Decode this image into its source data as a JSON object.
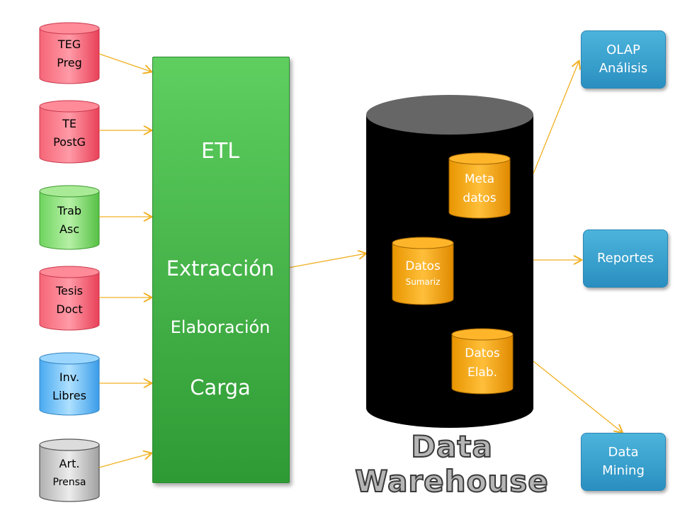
{
  "sources": [
    {
      "line1": "TEG",
      "line2": "Preg",
      "color": "#ee4a60"
    },
    {
      "line1": "TE",
      "line2": "PostG",
      "color": "#ee4a60"
    },
    {
      "line1": "Trab",
      "line2": "Asc",
      "color": "#66cc55"
    },
    {
      "line1": "Tesis",
      "line2": "Doct",
      "color": "#ee4a60"
    },
    {
      "line1": "Inv.",
      "line2": "Libres",
      "color": "#44aaee"
    },
    {
      "line1": "Art.",
      "line2": "Prensa",
      "color": "#bbbbbb"
    }
  ],
  "etl": {
    "title": "ETL",
    "step1": "Extracción",
    "step2": "Elaboración",
    "step3": "Carga",
    "color": "#45b84a"
  },
  "warehouse": {
    "title": "Data Warehouse",
    "inner": [
      {
        "line1": "Meta",
        "line2": "datos"
      },
      {
        "line1": "Datos",
        "line2": "Sumariz"
      },
      {
        "line1": "Datos",
        "line2": "Elab."
      }
    ],
    "inner_color": "#f4a300"
  },
  "outputs": [
    {
      "line1": "OLAP",
      "line2": "Análisis"
    },
    {
      "line1": "Reportes",
      "line2": ""
    },
    {
      "line1": "Data",
      "line2": "Mining"
    }
  ],
  "colors": {
    "arrow": "#f0b020",
    "output": "#3aa6d4"
  }
}
